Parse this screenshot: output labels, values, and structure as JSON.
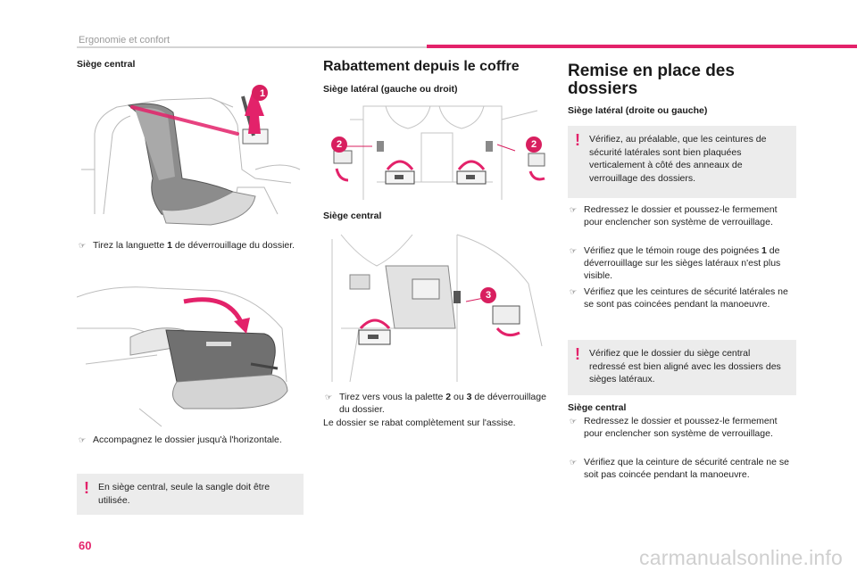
{
  "header": {
    "title": "Ergonomie et confort"
  },
  "page_number": "60",
  "watermark": "carmanualsonline.info",
  "col1": {
    "subhead": "Siège central",
    "callout1": "1",
    "bullet1_pre": "Tirez la languette ",
    "bullet1_bold": "1",
    "bullet1_post": " de déverrouillage du dossier.",
    "bullet2": "Accompagnez le dossier jusqu'à l'horizontale.",
    "note": "En siège central, seule la sangle doit être utilisée."
  },
  "col2": {
    "heading": "Rabattement depuis le coffre",
    "subhead1": "Siège latéral (gauche ou droit)",
    "callout2a": "2",
    "callout2b": "2",
    "subhead2": "Siège central",
    "callout3": "3",
    "bullet1_pre": "Tirez vers vous la palette ",
    "bullet1_b1": "2",
    "bullet1_mid": " ou ",
    "bullet1_b2": "3",
    "bullet1_post": " de déverrouillage du dossier.",
    "para": "Le dossier se rabat complètement sur l'assise."
  },
  "col3": {
    "heading": "Remise en place des dossiers",
    "subhead1": "Siège latéral (droite ou gauche)",
    "note1": "Vérifiez, au préalable, que les ceintures de sécurité latérales sont bien plaquées verticalement à côté des anneaux de verrouillage des dossiers.",
    "bullet1": "Redressez le dossier et poussez-le fermement pour enclencher son système de verrouillage.",
    "bullet2_pre": "Vérifiez que le témoin rouge des poignées ",
    "bullet2_bold": "1",
    "bullet2_post": " de déverrouillage sur les sièges latéraux n'est plus visible.",
    "bullet3": "Vérifiez que les ceintures de sécurité latérales ne se sont pas coincées pendant la manoeuvre.",
    "note2": "Vérifiez que le dossier du siège central redressé est bien aligné avec les dossiers des sièges latéraux.",
    "subhead2": "Siège central",
    "bullet4": "Redressez le dossier et poussez-le fermement pour enclencher son système de verrouillage.",
    "bullet5": "Vérifiez que la ceinture de sécurité centrale ne se soit pas coincée pendant la manoeuvre."
  },
  "icons": {
    "bullet": "arrow-bullet-icon",
    "warning": "exclamation-icon"
  },
  "colors": {
    "accent": "#e3226a",
    "note_bg": "#ececec",
    "callout": "#d81f5f"
  }
}
